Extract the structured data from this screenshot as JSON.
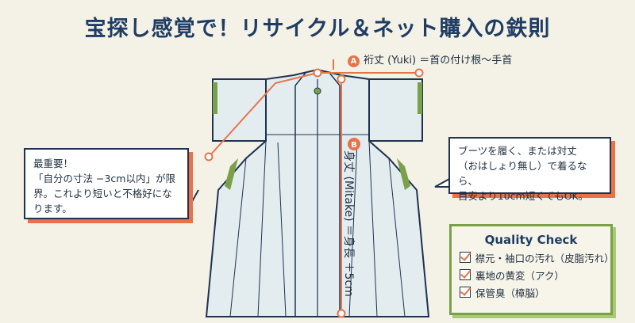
{
  "title": "宝探し感覚で！リサイクル＆ネット購入の鉄則",
  "labels": {
    "a_marker": "A",
    "a_text": "裄丈 (Yuki) ＝首の付け根〜手首",
    "b_marker": "B",
    "b_text": "身丈 (Mitake) ＝身長 ＋5cm"
  },
  "callout_left": {
    "line1": "最重要！",
    "line2": "「自分の寸法 −3cm以内」が限",
    "line3": "界。これより短いと不格好にな",
    "line4": "ります。"
  },
  "callout_right": {
    "line1": "ブーツを履く、または対丈",
    "line2": "（おはしょり無し）で着るなら、",
    "line3": "目安より10cm短くてもOK。"
  },
  "quality_check": {
    "title": "Quality Check",
    "items": [
      "襟元・袖口の汚れ（皮脂汚れ）",
      "裏地の黄変（アク）",
      "保管臭（樟脳）"
    ]
  },
  "colors": {
    "navy": "#1f3d64",
    "orange": "#e8734a",
    "green": "#7aa14a",
    "kimono_fill": "#e3edf0"
  }
}
